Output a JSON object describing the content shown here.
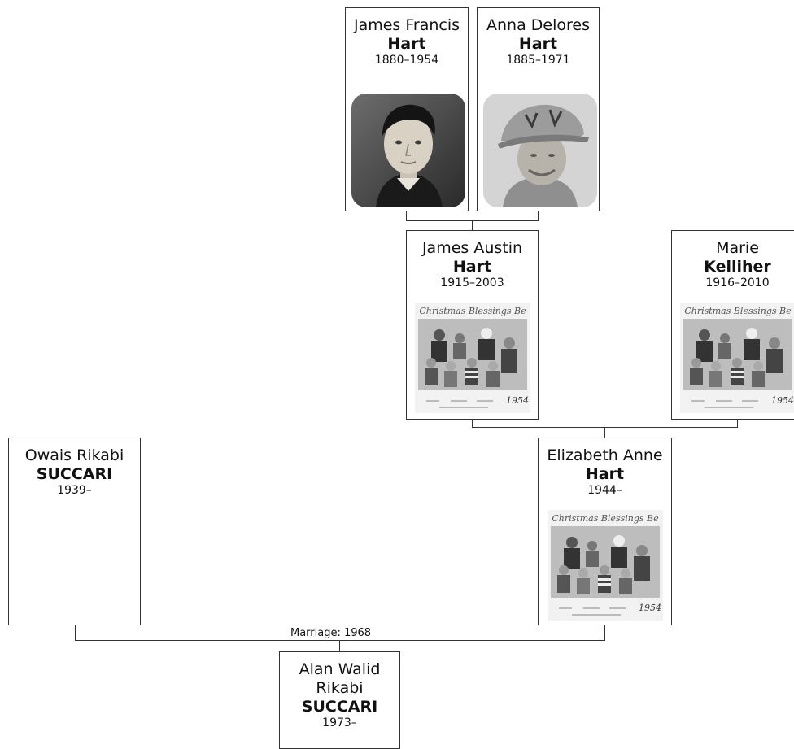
{
  "people": {
    "james_francis": {
      "given": "James Francis",
      "surname": "Hart",
      "dates": "1880–1954",
      "photo": "portrait-photo"
    },
    "anna_delores": {
      "given": "Anna Delores",
      "surname": "Hart",
      "dates": "1885–1971",
      "photo": "portrait-photo"
    },
    "james_austin": {
      "given": "James Austin",
      "surname": "Hart",
      "dates": "1915–2003",
      "photo": "family-photo"
    },
    "marie": {
      "given": "Marie",
      "surname": "Kelliher",
      "dates": "1916–2010",
      "photo": "family-photo"
    },
    "owais": {
      "given": "Owais Rikabi",
      "surname": "SUCCARI",
      "dates": "1939–"
    },
    "elizabeth": {
      "given": "Elizabeth Anne",
      "surname": "Hart",
      "dates": "1944–",
      "photo": "family-photo"
    },
    "alan": {
      "given": "Alan Walid Rikabi",
      "surname": "SUCCARI",
      "dates": "1973–"
    }
  },
  "family_photo": {
    "caption": "Christmas Blessings Be",
    "year": "1954"
  },
  "marriage_label": "Marriage: 1968",
  "colors": {
    "line": "#333333",
    "card_border": "#333333"
  }
}
